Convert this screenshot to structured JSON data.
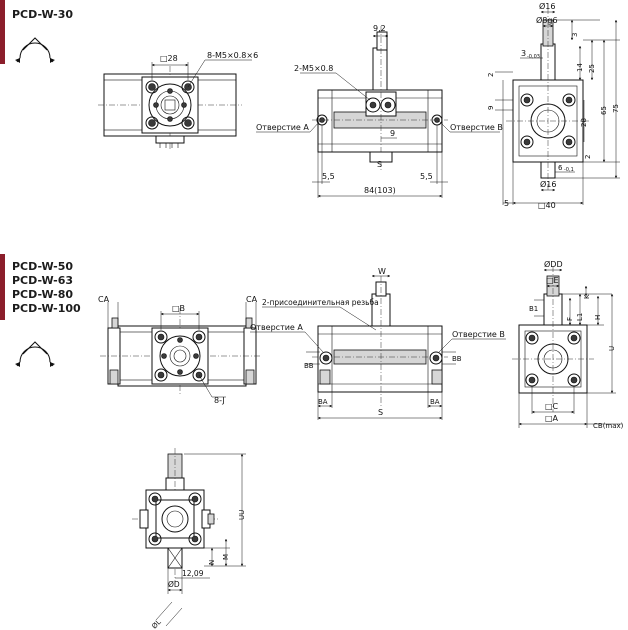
{
  "models": {
    "group1": [
      "PCD-W-30"
    ],
    "group2": [
      "PCD-W-50",
      "PCD-W-63",
      "PCD-W-80",
      "PCD-W-100"
    ]
  },
  "colors": {
    "accent": "#8b1e2b",
    "line": "#111111",
    "shade": "#d6d6d6"
  },
  "labels30": {
    "sq28": "□28",
    "m5x6": "8-M5×0.8×6",
    "m5x08": "2-M5×0.8",
    "dim9_2": "9,2",
    "portA": "Отверстие А",
    "portB": "Отверстие В",
    "dim9": "9",
    "dim5_5_left": "5,5",
    "dim5_5_right": "5,5",
    "s": "S",
    "length": "84(103)",
    "d16_top": "Ø16",
    "d8g6": "Ø8g6",
    "d3tol": "3",
    "d3sub": "-0,03",
    "dim3": "3",
    "dim14": "14",
    "dim25": "25",
    "dim65": "65",
    "dim75": "75",
    "dim28": "28",
    "dim2_top": "2",
    "dim2_bottom": "2",
    "dim9_side": "9",
    "dim6tol": "6",
    "dim6sub": "-0,1",
    "d16_bottom": "Ø16",
    "dim5": "5",
    "sq40": "□40"
  },
  "labelsW": {
    "ca_left": "CA",
    "ca_right": "CA",
    "sqB": "□B",
    "portA": "Отверстие А",
    "portB": "Отверстие В",
    "eightJ": "8-J",
    "w": "W",
    "thread": "2-присоединительная резьба",
    "bb_left": "BB",
    "bb_right": "BB",
    "ba_left": "BA",
    "ba_right": "BA",
    "s": "S",
    "odd": "ØDD",
    "sqE": "□E",
    "b1": "B1",
    "f": "F",
    "l1": "L1",
    "k": "K",
    "h": "H",
    "u": "U",
    "sqC": "□C",
    "sqA": "□A",
    "cb": "CB(max)"
  },
  "labelsBottom": {
    "uu": "UU",
    "n": "N",
    "m": "M",
    "dim12_09": "12,09",
    "od": "ØD",
    "ol": "ØL"
  }
}
